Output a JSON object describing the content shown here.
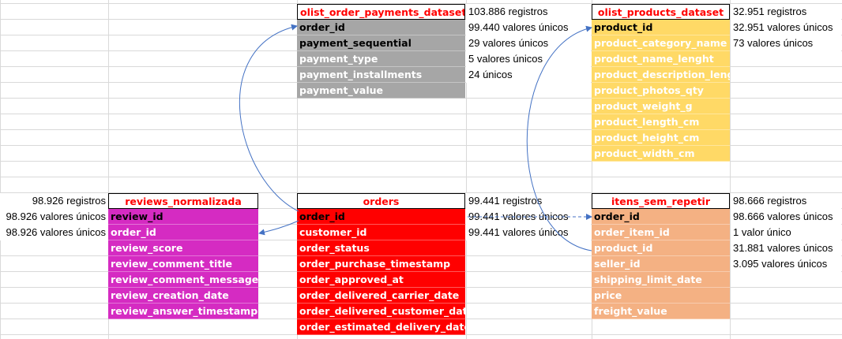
{
  "colors": {
    "payments_fill": "#a6a6a6",
    "products_fill": "#ffd966",
    "reviews_fill": "#d52bc2",
    "orders_fill": "#ff0000",
    "itens_fill": "#f4b183",
    "header_text": "#ff0000",
    "key_text": "#000000",
    "field_text": "#ffffff",
    "arrow": "#4472c4"
  },
  "tables": [
    {
      "id": "payments",
      "title": "olist_order_payments_dataset",
      "title_note": "103.886 registros",
      "fields": [
        {
          "name": "order_id",
          "note": "99.440 valores únicos",
          "key": true
        },
        {
          "name": "payment_sequential",
          "note": "29 valores únicos",
          "key": true
        },
        {
          "name": "payment_type",
          "note": "5 valores únicos",
          "key": false
        },
        {
          "name": "payment_installments",
          "note": "24 únicos",
          "key": false
        },
        {
          "name": "payment_value",
          "note": "",
          "key": false
        }
      ]
    },
    {
      "id": "products",
      "title": "olist_products_dataset",
      "title_note": "32.951 registros",
      "fields": [
        {
          "name": "product_id",
          "note": "32.951 valores únicos",
          "key": true
        },
        {
          "name": "product_category_name",
          "note": "73 valores únicos",
          "key": false
        },
        {
          "name": "product_name_lenght",
          "note": "",
          "key": false
        },
        {
          "name": "product_description_lenght",
          "note": "",
          "key": false
        },
        {
          "name": "product_photos_qty",
          "note": "",
          "key": false
        },
        {
          "name": "product_weight_g",
          "note": "",
          "key": false
        },
        {
          "name": "product_length_cm",
          "note": "",
          "key": false
        },
        {
          "name": "product_height_cm",
          "note": "",
          "key": false
        },
        {
          "name": "product_width_cm",
          "note": "",
          "key": false
        }
      ]
    },
    {
      "id": "reviews",
      "title": "reviews_normalizada",
      "title_note": "98.926 registros",
      "fields": [
        {
          "name": "review_id",
          "note": "98.926 valores únicos",
          "key": true
        },
        {
          "name": "order_id",
          "note": "98.926 valores únicos",
          "key": false
        },
        {
          "name": "review_score",
          "note": "",
          "key": false
        },
        {
          "name": "review_comment_title",
          "note": "",
          "key": false
        },
        {
          "name": "review_comment_message",
          "note": "",
          "key": false
        },
        {
          "name": "review_creation_date",
          "note": "",
          "key": false
        },
        {
          "name": "review_answer_timestamp",
          "note": "",
          "key": false
        }
      ]
    },
    {
      "id": "orders",
      "title": "orders",
      "title_note": "99.441 registros",
      "fields": [
        {
          "name": "order_id",
          "note": "99.441 valores únicos",
          "key": true
        },
        {
          "name": "customer_id",
          "note": "99.441 valores únicos",
          "key": false
        },
        {
          "name": "order_status",
          "note": "",
          "key": false
        },
        {
          "name": "order_purchase_timestamp",
          "note": "",
          "key": false
        },
        {
          "name": "order_approved_at",
          "note": "",
          "key": false
        },
        {
          "name": "order_delivered_carrier_date",
          "note": "",
          "key": false
        },
        {
          "name": "order_delivered_customer_date",
          "note": "",
          "key": false
        },
        {
          "name": "order_estimated_delivery_date",
          "note": "",
          "key": false
        }
      ]
    },
    {
      "id": "itens",
      "title": "itens_sem_repetir",
      "title_note": "98.666 registros",
      "fields": [
        {
          "name": "order_id",
          "note": "98.666 valores únicos",
          "key": true
        },
        {
          "name": "order_item_id",
          "note": "1 valor único",
          "key": false
        },
        {
          "name": "product_id",
          "note": "31.881 valores únicos",
          "key": false
        },
        {
          "name": "seller_id",
          "note": "3.095 valores únicos",
          "key": false
        },
        {
          "name": "shipping_limit_date",
          "note": "",
          "key": false
        },
        {
          "name": "price",
          "note": "",
          "key": false
        },
        {
          "name": "freight_value",
          "note": "",
          "key": false
        }
      ]
    }
  ]
}
